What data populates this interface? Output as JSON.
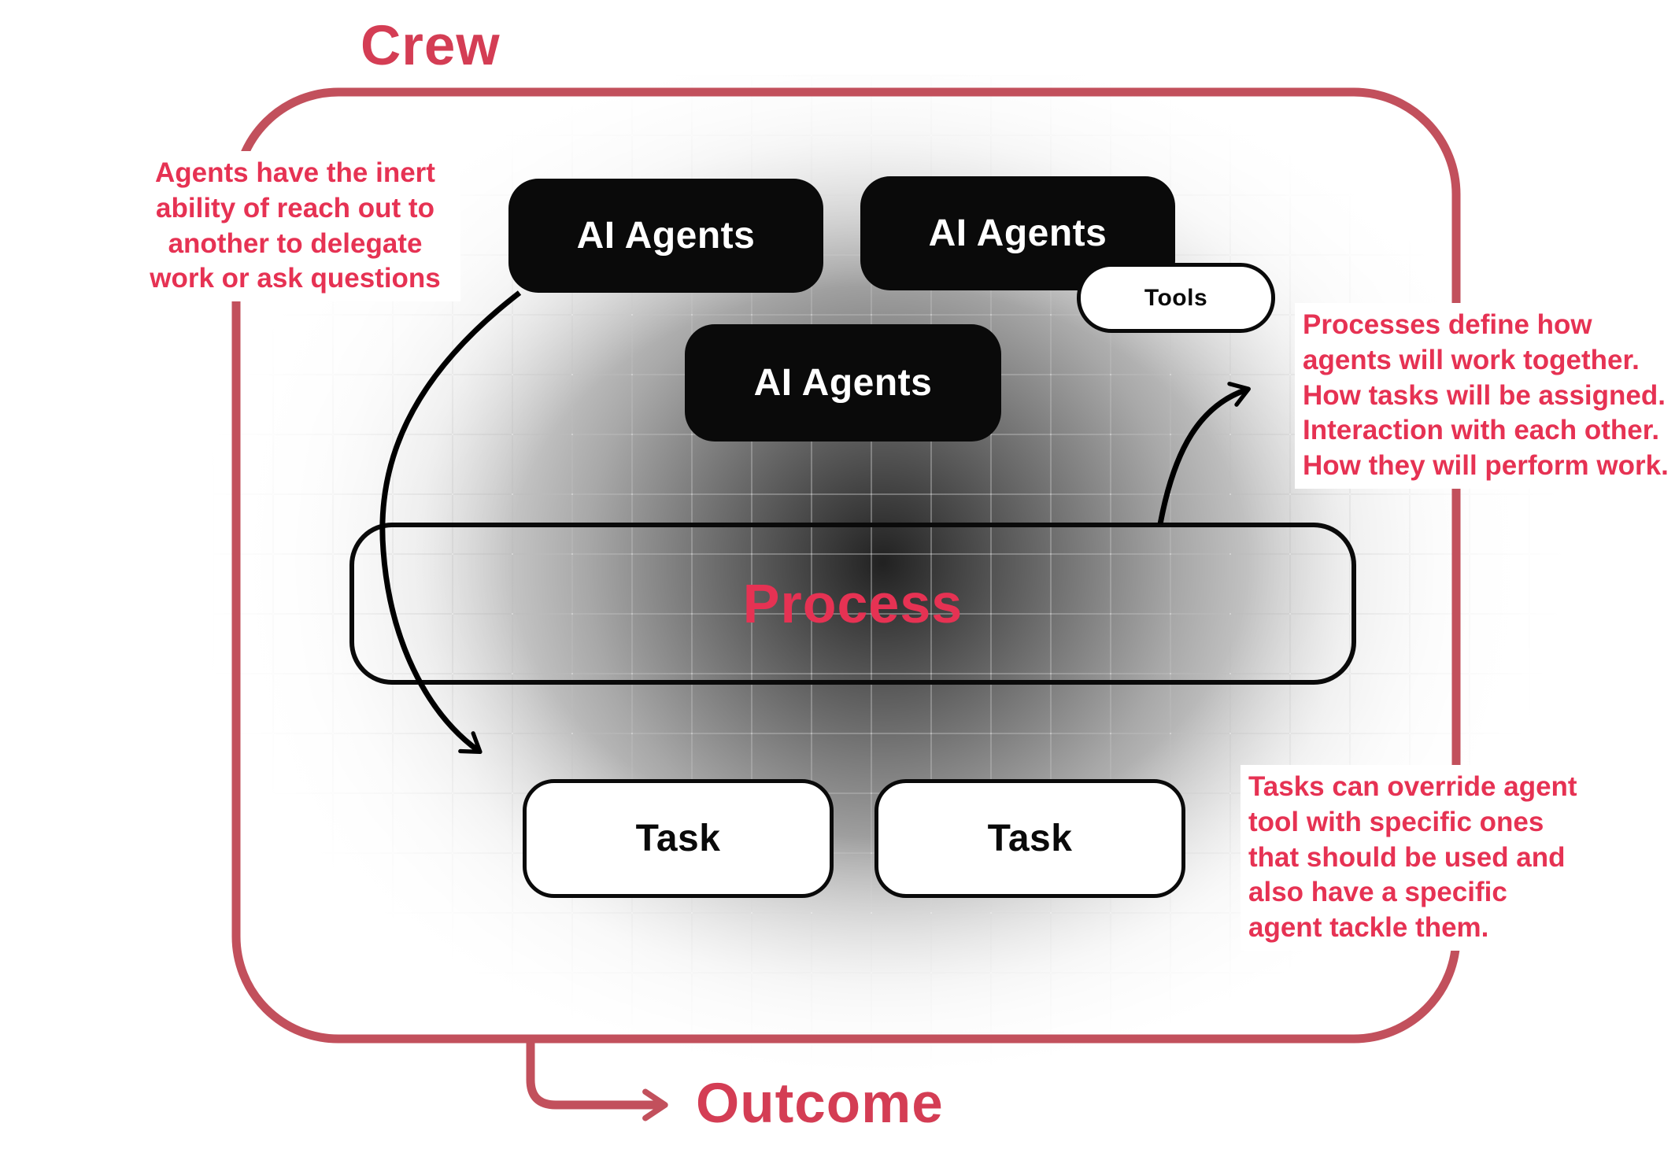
{
  "title": "Crew",
  "outcome": "Outcome",
  "boxes": {
    "agent1": "AI Agents",
    "agent2": "AI Agents",
    "agent3": "AI Agents",
    "tools": "Tools",
    "process": "Process",
    "task1": "Task",
    "task2": "Task"
  },
  "annotations": {
    "left": "Agents have the inert\nability of reach out to\nanother to delegate\nwork or ask questions",
    "right_top": "Processes define how\nagents will work together.\nHow tasks will be assigned.\nInteraction with each other.\nHow they will perform work.",
    "right_bottom": "Tasks can override agent\ntool with specific ones\nthat should be used and\nalso have a specific\nagent tackle them."
  },
  "colors": {
    "annotation_text": "#e63253",
    "title_text": "#d43d54",
    "crew_boundary": "#c2505c",
    "agent_box": "#0a0a0a",
    "process_label": "#e63253"
  }
}
